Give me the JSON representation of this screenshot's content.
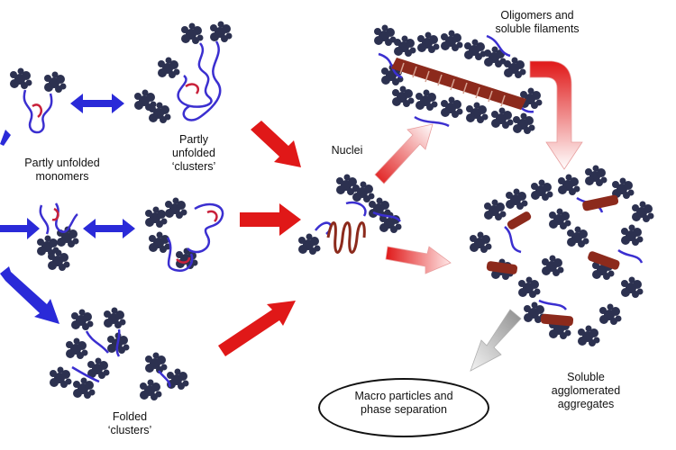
{
  "labels": {
    "partly_unfolded_clusters": [
      "Partly",
      "unfolded",
      "‘clusters’"
    ],
    "partly_unfolded_monomers": [
      "Partly unfolded",
      "monomers"
    ],
    "nuclei": [
      "Nuclei"
    ],
    "oligomers": [
      "Oligomers and",
      "soluble filaments"
    ],
    "folded_clusters": [
      "Folded",
      "‘clusters’"
    ],
    "soluble_aggregates": [
      "Soluble",
      "agglomerated",
      "aggregates"
    ],
    "macro_particles": [
      "Macro particles and",
      "phase separation"
    ]
  },
  "colors": {
    "equilibrium_arrow": "#2a2ad8",
    "growth_arrow": "#e01818",
    "fade_arrow_end": "#ffffff",
    "protein_dark": "#2c3150",
    "unfolded_chain": "#3b2fd0",
    "unfolded_segment": "#c8203a",
    "filament_core": "#8c2a1c",
    "macro_arrow": "#9a9a9a"
  }
}
